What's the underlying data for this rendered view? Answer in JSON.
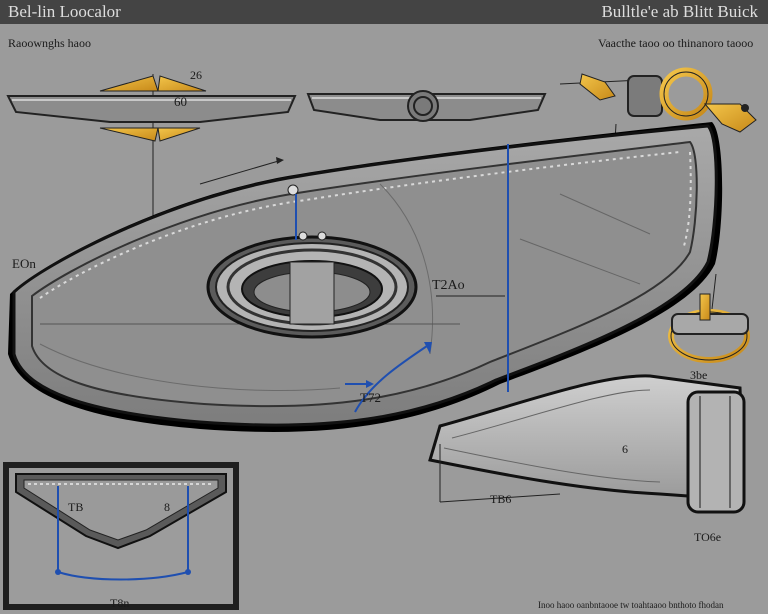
{
  "header": {
    "title_left": "Bel-lin Loocalor",
    "title_right": "Bulltle'e ab Blitt Buick"
  },
  "labels": {
    "top_left_caption": "Raoownghs haoo",
    "top_right_caption": "Vaacthe taoo oo thinanoro taooo",
    "small_top_number": "26",
    "left_badge_number": "60",
    "left_side_label": "EOn",
    "center_measure": "T2Ao",
    "arrow_label": "T72",
    "ring_label": "3be",
    "strap_label": "6",
    "strap_bottom_label": "TB6",
    "inset_left_number": "TB",
    "inset_right_number": "8",
    "inset_bottom_number": "T8n",
    "bottom_right_number": "TO6e",
    "footer_caption": "Inoo haoo oanbntaooe tw toahtaaoo bnthoto fhodan"
  },
  "colors": {
    "background": "#9b9b9b",
    "header": "#444444",
    "metal": "#8e8e8e",
    "accent_gold": "#e2a630",
    "measure_blue": "#1f4fb0"
  }
}
